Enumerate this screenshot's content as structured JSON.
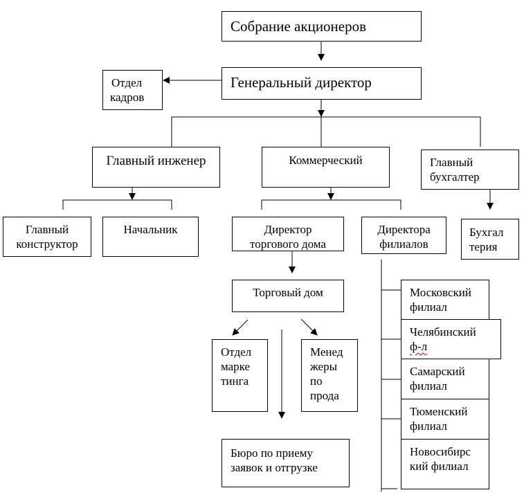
{
  "diagram": {
    "type": "org-chart",
    "nodes": {
      "shareholders": "Собрание акционеров",
      "general_director": "Генеральный директор",
      "hr": [
        "Отдел",
        "кадров"
      ],
      "chief_engineer": "Главный инженер",
      "commercial": "Коммерческий",
      "chief_accountant": [
        "Главный",
        "бухгалтер"
      ],
      "chief_designer": [
        "Главный",
        "конструктор"
      ],
      "head": "Начальник",
      "trade_house_director": [
        "Директор",
        "торгового дома"
      ],
      "branch_directors": [
        "Директора",
        "филиалов"
      ],
      "accounting": [
        "Бухгал",
        "терия"
      ],
      "trade_house": "Торговый дом",
      "marketing": [
        "Отдел",
        "марке",
        "тинга"
      ],
      "sales_managers": [
        "Менед",
        "жеры",
        "по",
        "прода"
      ],
      "bureau": [
        "Бюро по приему",
        "заявок и отгрузке"
      ],
      "branches": [
        [
          "Московский",
          "филиал"
        ],
        [
          "Челябинский",
          "ф-л"
        ],
        [
          "Самарский",
          "филиал"
        ],
        [
          "Тюменский",
          "филиал"
        ],
        [
          "Новосибирс",
          "кий филиал"
        ]
      ]
    },
    "edges": [
      [
        "shareholders",
        "general_director"
      ],
      [
        "general_director",
        "hr"
      ],
      [
        "general_director",
        "chief_engineer"
      ],
      [
        "general_director",
        "commercial"
      ],
      [
        "general_director",
        "chief_accountant"
      ],
      [
        "chief_engineer",
        "chief_designer"
      ],
      [
        "chief_engineer",
        "head"
      ],
      [
        "commercial",
        "trade_house_director"
      ],
      [
        "commercial",
        "branch_directors"
      ],
      [
        "chief_accountant",
        "accounting"
      ],
      [
        "trade_house_director",
        "trade_house"
      ],
      [
        "trade_house",
        "marketing"
      ],
      [
        "trade_house",
        "sales_managers"
      ],
      [
        "trade_house",
        "bureau"
      ],
      [
        "branch_directors",
        "branches"
      ]
    ]
  }
}
